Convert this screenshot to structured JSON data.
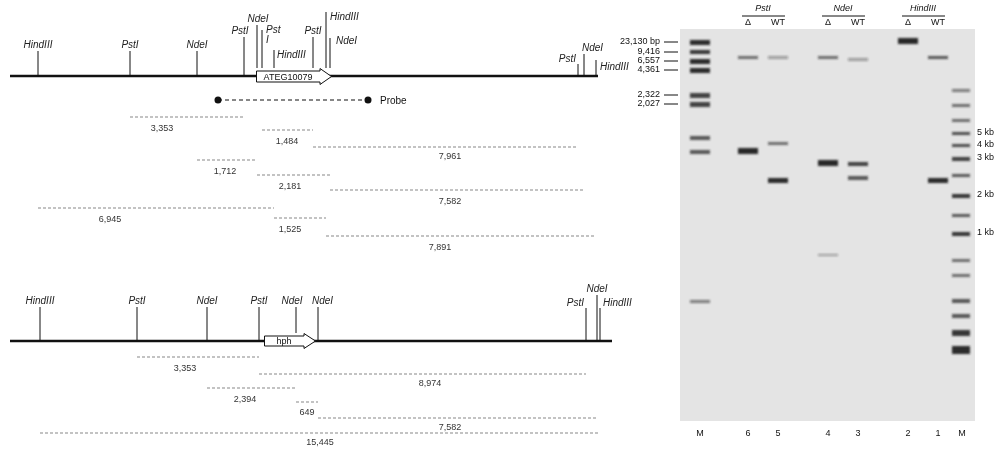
{
  "diagram": {
    "nodes": [
      {
        "text": [
          "ATEG10079"
        ]
      },
      {
        "text": [
          "hph"
        ]
      }
    ],
    "labels": [
      "HindIII",
      "PstI",
      "NdeI",
      "PstI",
      "NdeI",
      "Pst I",
      "HindIII",
      "PstI",
      "HindIII",
      "NdeI",
      "PstI",
      "NdeI",
      "HindIII",
      "Probe",
      "3,353",
      "1,484",
      "7,961",
      "1,712",
      "2,181",
      "7,582",
      "6,945",
      "1,525",
      "7,891",
      "HindIII",
      "PstI",
      "NdeI",
      "PstI",
      "NdeI",
      "NdeI",
      "PstI",
      "NdeI",
      "HindIII",
      "3,353",
      "8,974",
      "2,394",
      "649",
      "7,582",
      "15,445",
      "23,130 bp",
      "9,416",
      "6,557",
      "4,361",
      "2,322",
      "2,027",
      "PstI",
      "NdeI",
      "HindIII",
      "Δ",
      "WT",
      "Δ",
      "WT",
      "Δ",
      "WT",
      "M",
      "6",
      "5",
      "4",
      "3",
      "2",
      "1",
      "M",
      "5 kb",
      "4 kb",
      "3 kb",
      "2 kb",
      "1 kb"
    ]
  }
}
